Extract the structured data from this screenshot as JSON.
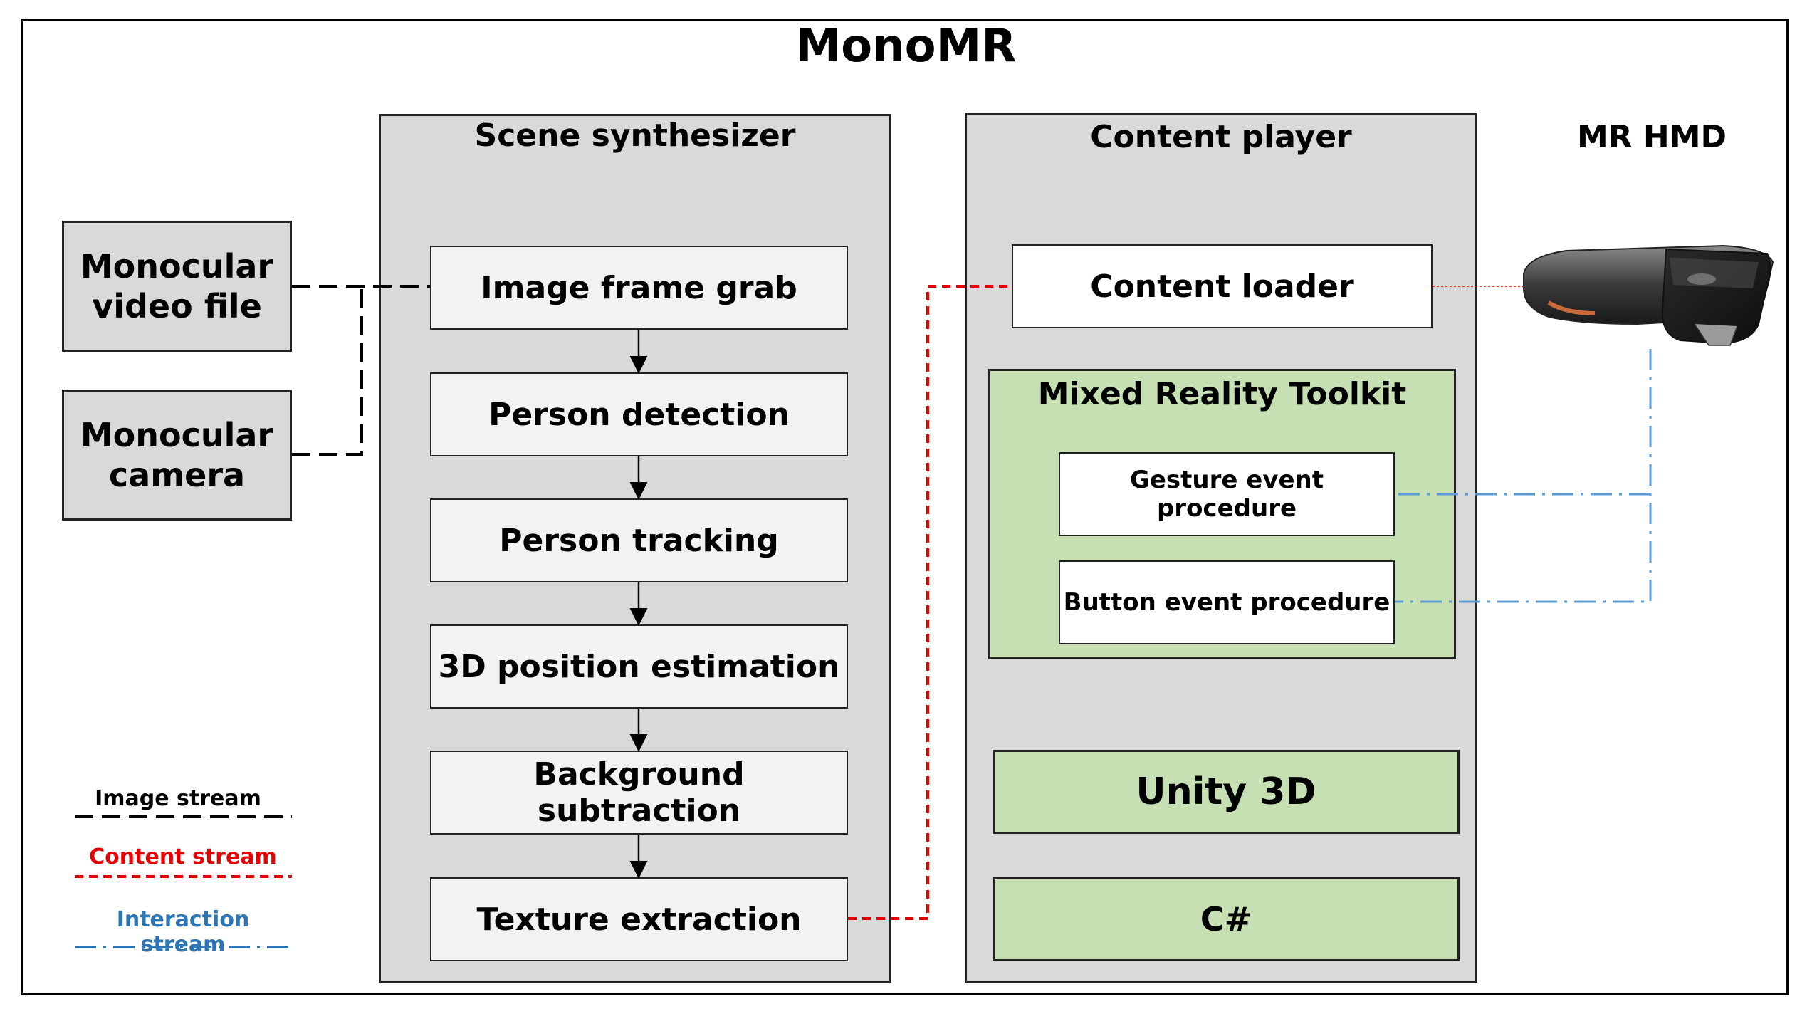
{
  "title": "MonoMR",
  "sources": {
    "video_file": "Monocular\nvideo file",
    "camera": "Monocular\ncamera"
  },
  "scene_synthesizer": {
    "title": "Scene synthesizer",
    "steps": [
      "Image frame grab",
      "Person detection",
      "Person tracking",
      "3D position estimation",
      "Background subtraction",
      "Texture extraction"
    ]
  },
  "content_player": {
    "title": "Content player",
    "loader": "Content loader",
    "mrtk": {
      "title": "Mixed Reality Toolkit",
      "gesture": "Gesture event procedure",
      "button": "Button event procedure"
    },
    "unity": "Unity 3D",
    "csharp": "C#"
  },
  "hmd": {
    "title": "MR HMD",
    "icon": "mixed-reality-headset-icon"
  },
  "legend": {
    "image": "Image stream",
    "content": "Content stream",
    "interaction": "Interaction stream"
  },
  "colors": {
    "image_stream": "#000000",
    "content_stream": "#e60000",
    "interaction_stream": "#2e75b6",
    "interaction_line": "#5b9bd5",
    "panel": "#d9d9d9",
    "green": "#c6e0b4"
  }
}
